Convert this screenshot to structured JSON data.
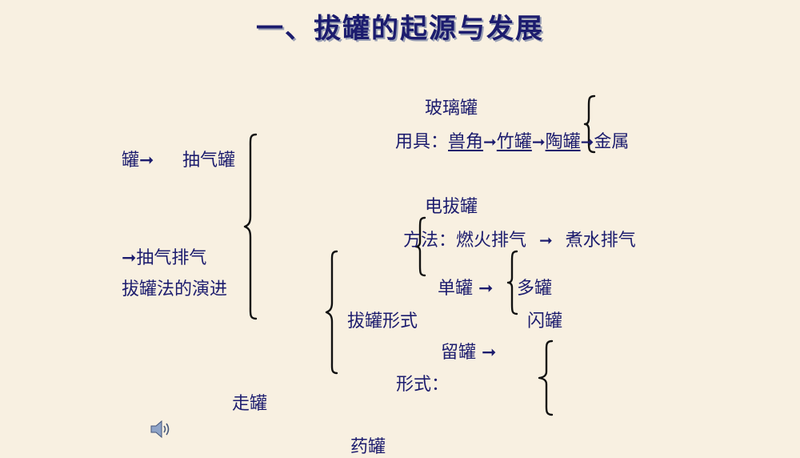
{
  "slide": {
    "title": "一、拔罐的起源与发展",
    "glass_cup": "玻璃罐",
    "tools": {
      "label": "用具：",
      "items": [
        "兽角",
        "竹罐",
        "陶罐",
        "金属"
      ],
      "arrow": "➞"
    },
    "jar_arrow": "罐➞",
    "suction_cup": "抽气罐",
    "electric_cup": "电拔罐",
    "method": {
      "label": "方法：",
      "fire": "燃火排气",
      "arrow": "➞",
      "water": "煮水排气"
    },
    "suction_exhaust": "➞抽气排气",
    "evolution": "拔罐法的演进",
    "single_cup": "单罐 ➞",
    "multi_cup": "多罐",
    "cupping_form": "拔罐形式",
    "flash_cup": "闪罐",
    "retain_cup": "留罐 ➞",
    "form_label": "形式：",
    "moving_cup": "走罐",
    "medicine_cup": "药罐"
  }
}
